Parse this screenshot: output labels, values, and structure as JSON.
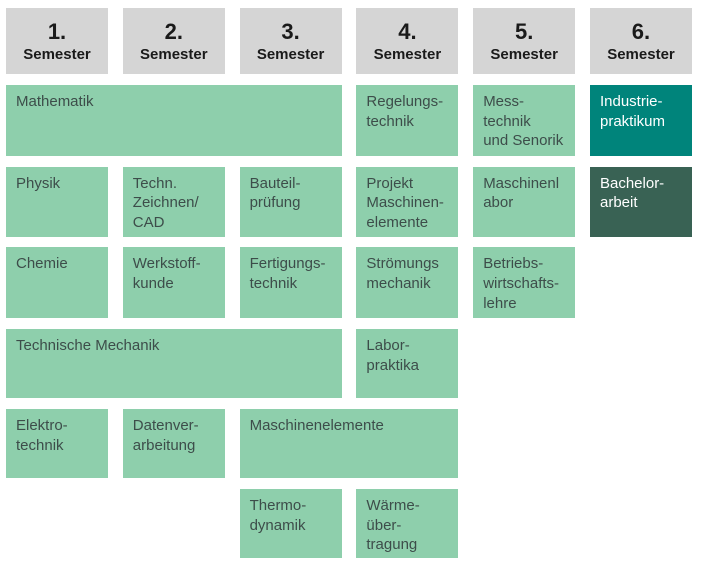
{
  "headers": [
    {
      "number": "1.",
      "label": "Semester"
    },
    {
      "number": "2.",
      "label": "Semester"
    },
    {
      "number": "3.",
      "label": "Semester"
    },
    {
      "number": "4.",
      "label": "Semester"
    },
    {
      "number": "5.",
      "label": "Semester"
    },
    {
      "number": "6.",
      "label": "Semester"
    }
  ],
  "blocks": {
    "mathematik": {
      "label": "Mathematik"
    },
    "regelungstechnik": {
      "label": "Regelungs-\ntechnik"
    },
    "messtechnik": {
      "label": "Mess-technik\nund Senorik"
    },
    "industriepraktikum": {
      "label": "Industrie-\npraktikum"
    },
    "physik": {
      "label": "Physik"
    },
    "techn_zeichnen_cad": {
      "label": "Techn.\nZeichnen/\nCAD"
    },
    "bauteilpruefung": {
      "label": "Bauteil-\nprüfung"
    },
    "projekt_maschinenelemente": {
      "label": "Projekt\nMaschinen-\nelemente"
    },
    "maschinenlabor": {
      "label": "Maschinenl\nabor"
    },
    "bachelorarbeit": {
      "label": "Bachelor-\narbeit"
    },
    "chemie": {
      "label": "Chemie"
    },
    "werkstoffkunde": {
      "label": "Werkstoff-\nkunde"
    },
    "fertigungstechnik": {
      "label": "Fertigungs-\ntechnik"
    },
    "stroemungsmechanik": {
      "label": "Strömungs\nmechanik"
    },
    "betriebswirtschaftslehre": {
      "label": "Betriebs-\nwirtschafts-\nlehre"
    },
    "technische_mechanik": {
      "label": "Technische Mechanik"
    },
    "laborpraktika": {
      "label": "Labor-\npraktika"
    },
    "elektrotechnik": {
      "label": "Elektro-\ntechnik"
    },
    "datenverarbeitung": {
      "label": "Datenver-\narbeitung"
    },
    "maschinenelemente": {
      "label": "Maschinenelemente"
    },
    "thermodynamik": {
      "label": "Thermo-\ndynamik"
    },
    "waermeuebertragung": {
      "label": "Wärme-\nüber-\ntragung"
    }
  },
  "colors": {
    "header_bg": "#d5d5d5",
    "header_text": "#1a1a1a",
    "course_green": "#8ecfac",
    "course_text": "#3d4d4a",
    "highlight_teal": "#00847b",
    "highlight_dark_green": "#396254",
    "highlight_text": "#ffffff"
  }
}
